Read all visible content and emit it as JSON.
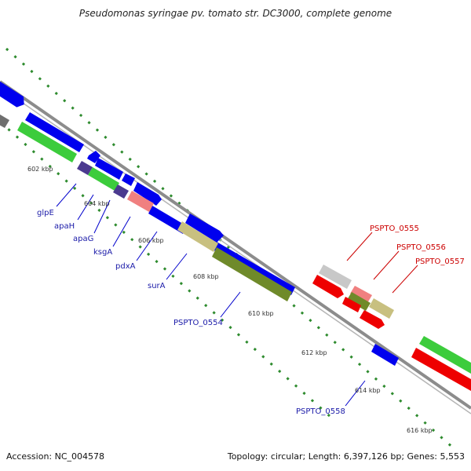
{
  "title": "Pseudomonas syringae pv. tomato str. DC3000, complete genome",
  "footer": {
    "accession": "Accession: NC_004578",
    "summary": "Topology: circular; Length: 6,397,126 bp; Genes: 5,553"
  },
  "colors": {
    "forward_gene": "#0000ee",
    "reverse_gene": "#ee0000",
    "forward_label": "#1a1aa8",
    "reverse_label": "#cc0000",
    "backbone": "#8c8c8c",
    "tick_dots": "#2e8b2e"
  },
  "scale_labels": [
    "602 kbp",
    "604 kbp",
    "606 kbp",
    "608 kbp",
    "610 kbp",
    "612 kbp",
    "614 kbp",
    "616 kbp"
  ],
  "gene_labels": {
    "forward": [
      "glpE",
      "apaH",
      "apaG",
      "ksgA",
      "pdxA",
      "surA",
      "PSPTO_0554",
      "PSPTO_0558"
    ],
    "reverse": [
      "PSPTO_0555",
      "PSPTO_0556",
      "PSPTO_0557"
    ]
  }
}
